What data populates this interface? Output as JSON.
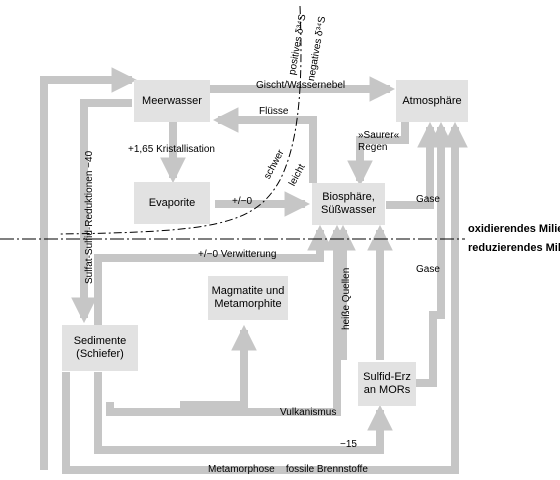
{
  "boxes": {
    "meerwasser": "Meerwasser",
    "atmosphaere": "Atmosphäre",
    "evaporite": "Evaporite",
    "biosphaere": "Biosphäre,\nSüßwasser",
    "magmatite": "Magmatite und\nMetamorphite",
    "sedimente": "Sedimente\n(Schiefer)",
    "sulfid_erz": "Sulfid-Erz\nan MORs"
  },
  "flows": {
    "gischt": "Gischt/Wassernebel",
    "fluesse": "Flüsse",
    "kristallisation": "+1,65 Kristallisation",
    "saurer_regen": "»Saurer«\nRegen",
    "evaporite_to_bio": "+/−0",
    "verwitterung": "+/−0  Verwitterung",
    "gase_oben": "Gase",
    "gase_unten": "Gase",
    "heisse_quellen": "heiße Quellen",
    "sulfat_reduktion": "Sulfat-Sulfid-Reduktionen −40",
    "vulkanismus": "Vulkanismus",
    "minus15": "−15",
    "metamorphose": "Metamorphose    fossile Brennstoffe"
  },
  "isotope_labels": {
    "positives": "positives δ³⁴S",
    "negatives": "negatives δ³⁴S",
    "schwer": "schwer",
    "leicht": "leicht"
  },
  "milieu": {
    "oxidierend": "oxidierendes Milieu",
    "reduzierend": "reduzierendes Milieu"
  },
  "colors": {
    "arrow": "#c6c6c6",
    "box": "#e2e2e2",
    "line": "#000000"
  }
}
